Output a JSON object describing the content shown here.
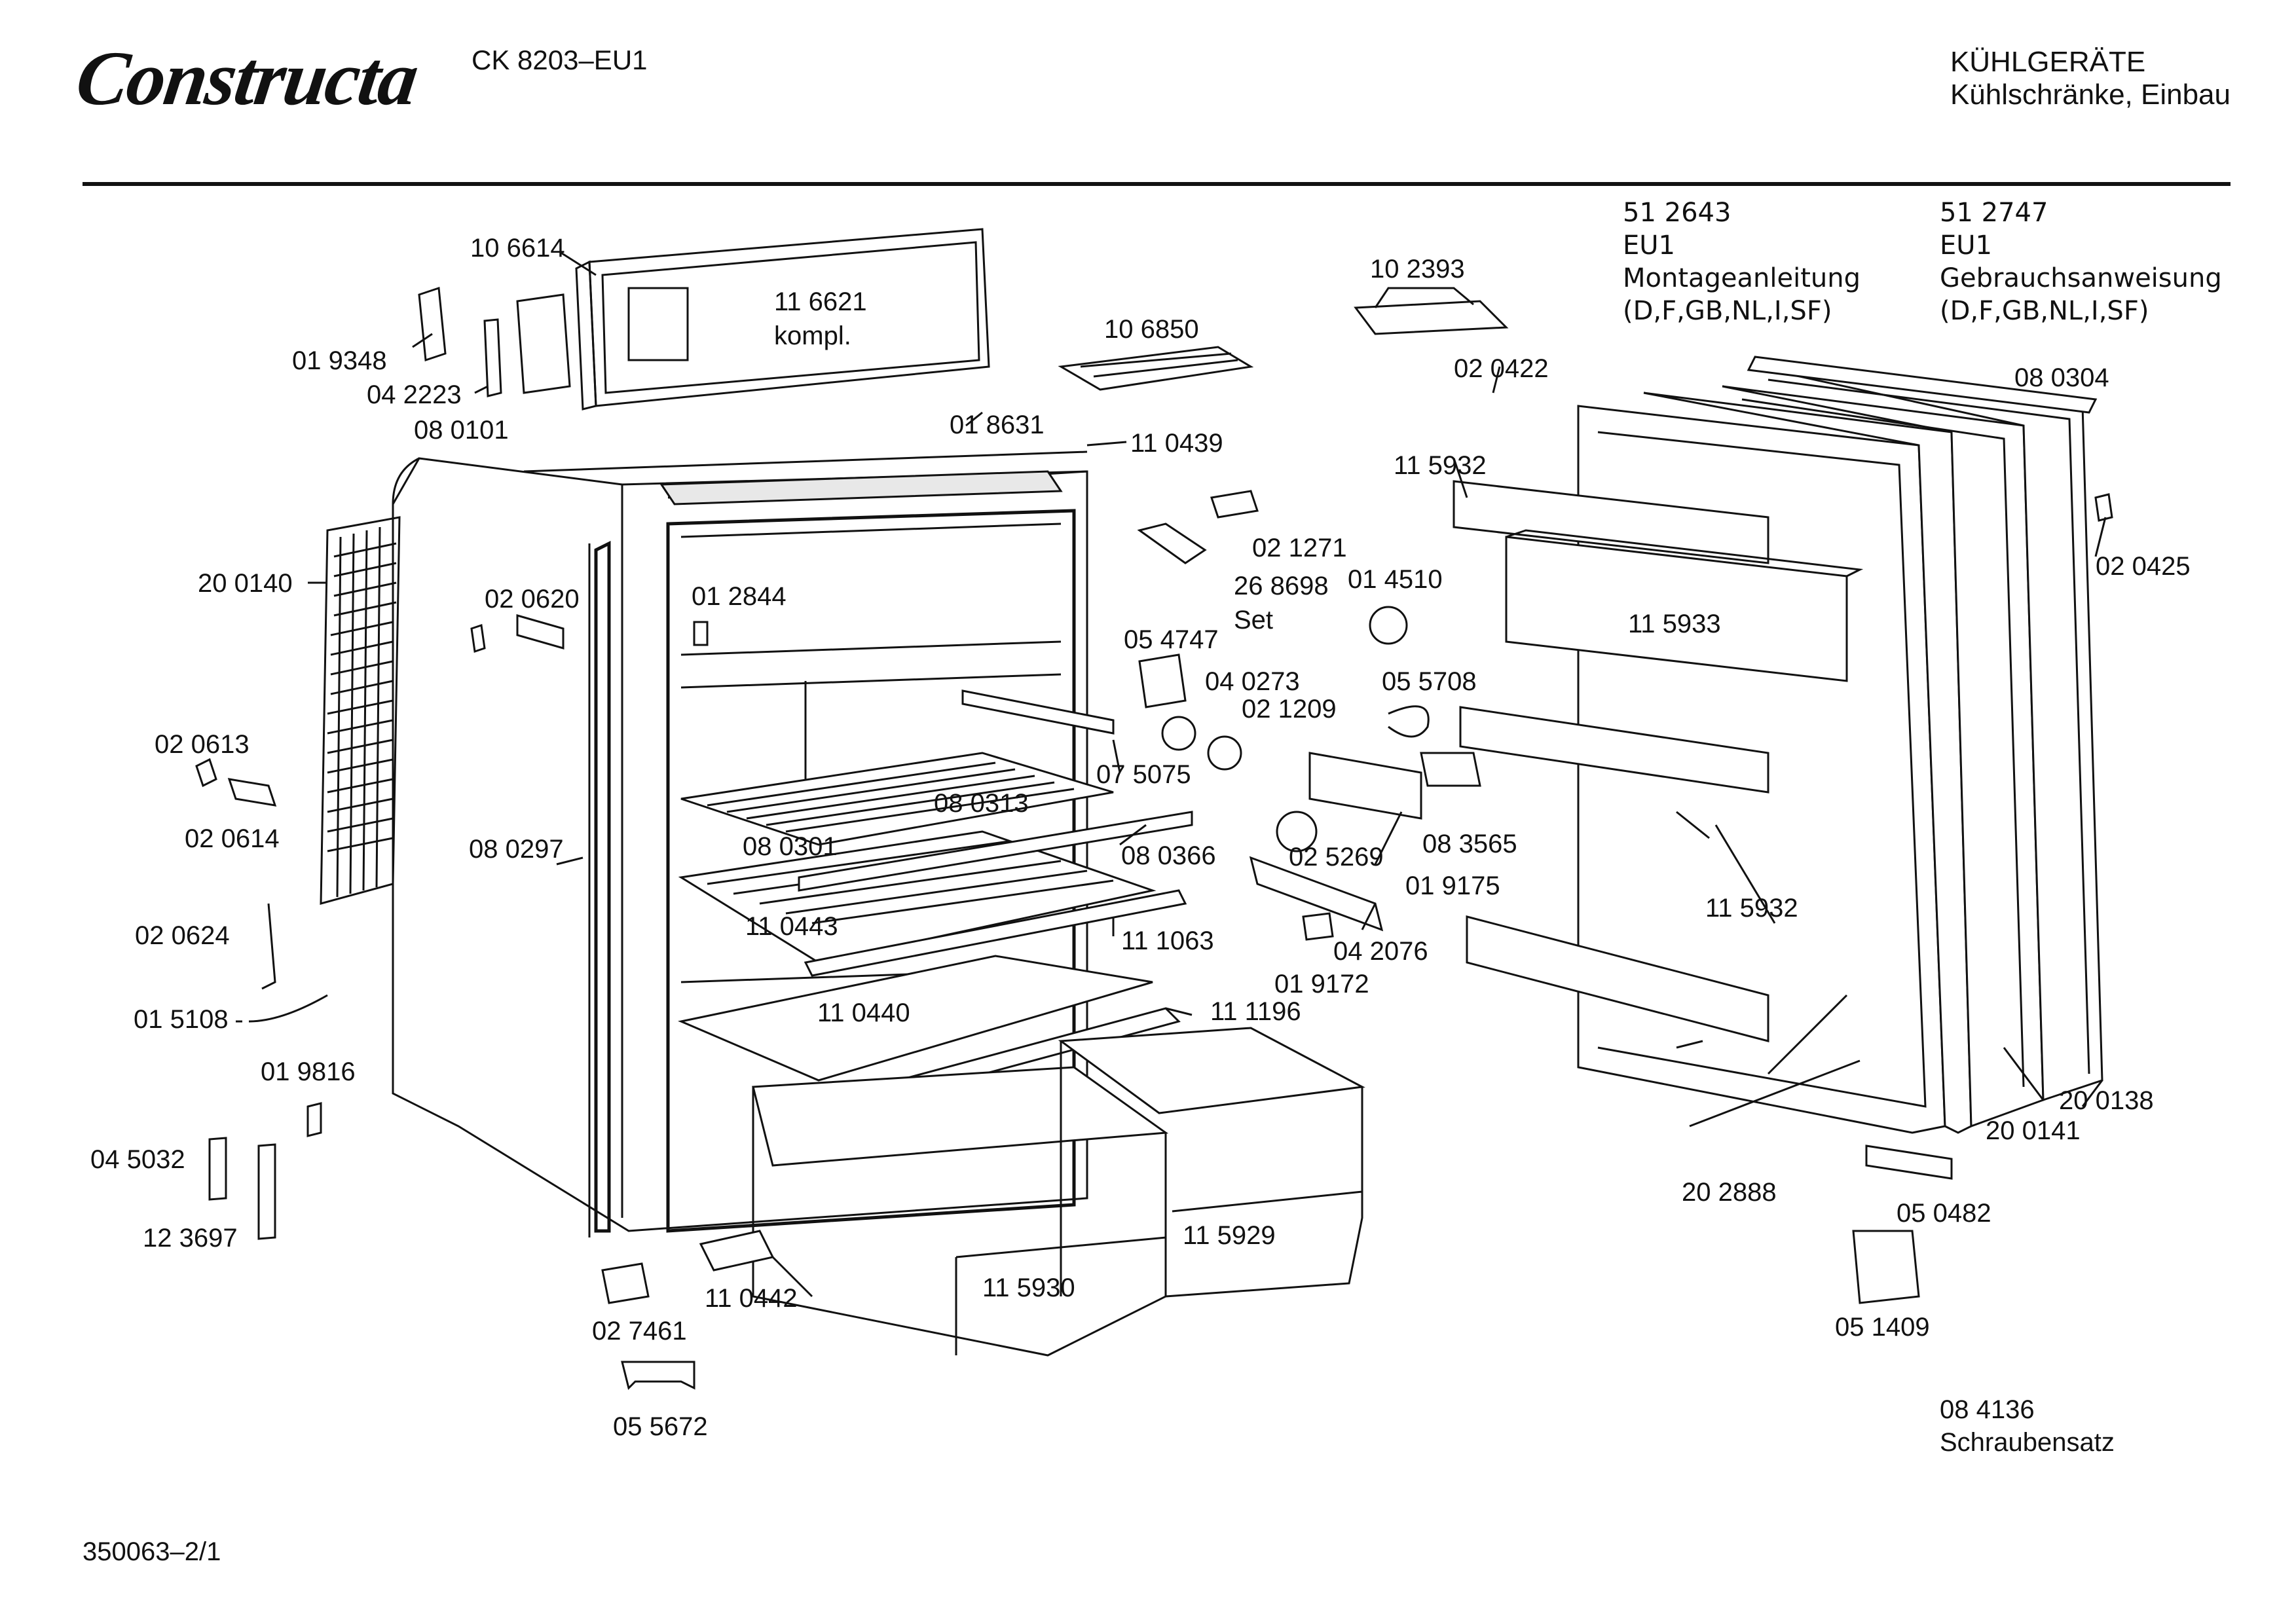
{
  "header": {
    "brand": "Constructa",
    "model": "CK 8203–EU1",
    "category_line1": "KÜHLGERÄTE",
    "category_line2": "Kühlschränke, Einbau"
  },
  "documents": [
    {
      "number": "51 2643",
      "variant": "EU1",
      "title": "Montageanleitung",
      "languages": "(D,F,GB,NL,I,SF)"
    },
    {
      "number": "51 2747",
      "variant": "EU1",
      "title": "Gebrauchsanweisung",
      "languages": "(D,F,GB,NL,I,SF)"
    }
  ],
  "screw_set": {
    "number": "08 4136",
    "title": "Schraubensatz"
  },
  "sheet_id": "350063–2/1",
  "parts": [
    "10 6614",
    "11 6621",
    "kompl.",
    "01 9348",
    "04 2223",
    "08 0101",
    "10 6850",
    "01 8631",
    "11 0439",
    "10 2393",
    "02 0422",
    "08 0304",
    "11 5932",
    "02 1271",
    "26 8698",
    "Set",
    "01 4510",
    "02 0425",
    "11 5933",
    "20 0140",
    "02 0620",
    "01 2844",
    "05 4747",
    "04 0273",
    "05 5708",
    "02 1209",
    "02 0613",
    "07 5075",
    "08 0313",
    "02 0614",
    "08 0301",
    "08 0297",
    "08 0366",
    "02 5269",
    "08 3565",
    "01 9175",
    "11 5932",
    "02 0624",
    "11 0443",
    "11 1063",
    "04 2076",
    "01 9172",
    "01 5108",
    "11 0440",
    "11 1196",
    "01 9816",
    "20 0138",
    "20 0141",
    "04 5032",
    "20 2888",
    "05 0482",
    "12 3697",
    "11 5929",
    "11 5930",
    "11 0442",
    "02 7461",
    "05 1409",
    "05 5672"
  ]
}
